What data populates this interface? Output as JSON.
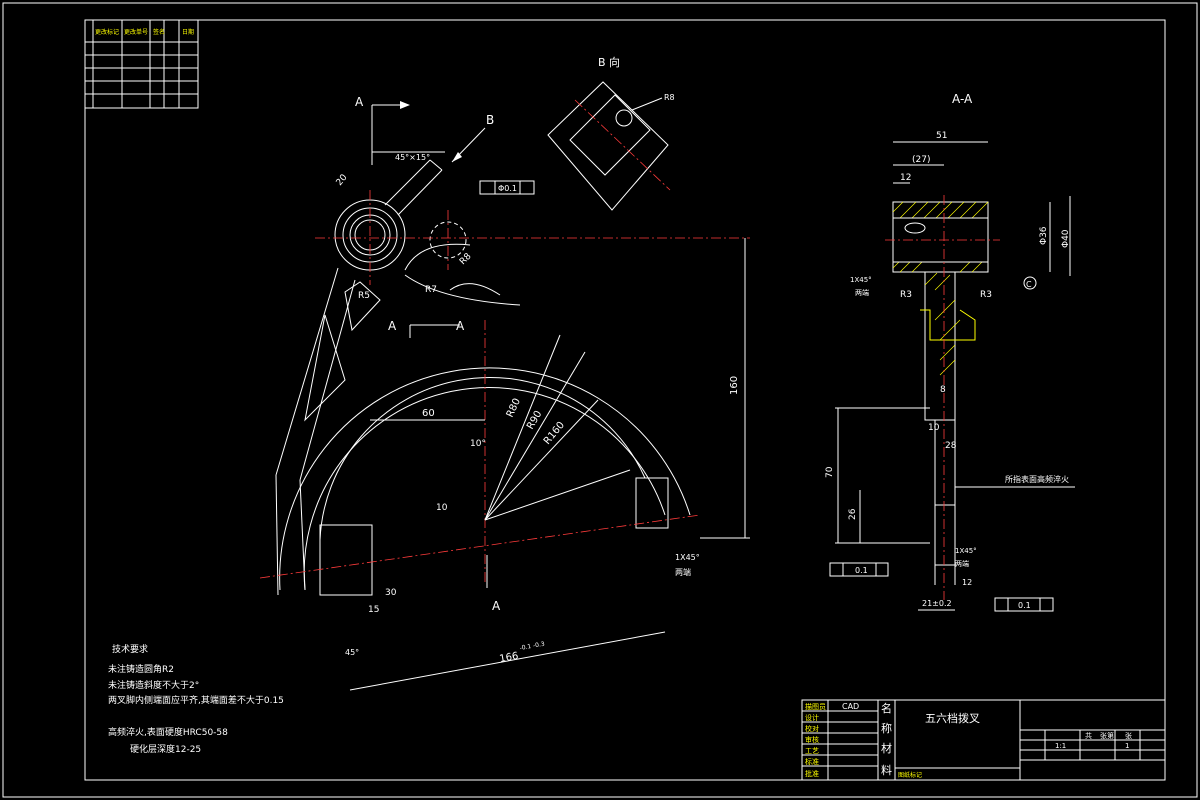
{
  "revision_table": {
    "headers": [
      "",
      "更改标记",
      "更改单号",
      "签名",
      "日期"
    ]
  },
  "views": {
    "view_b": "B 向",
    "section_aa": "A-A"
  },
  "labels": {
    "cut_a_top": "A",
    "cut_a_bottom": "A",
    "cut_b": "B",
    "section_a_left": "A",
    "section_a_right": "A",
    "datum_c": "C"
  },
  "dimensions": {
    "chamfer_45x15": "45°×15°",
    "d20": "20",
    "r5": "R5",
    "r8": "R8",
    "r7": "R7",
    "r80": "R80",
    "r90": "R90",
    "r160": "R160",
    "d60": "60",
    "ang10": "10°",
    "d10": "10",
    "d160": "160",
    "d30": "30",
    "d15": "15",
    "d166": "166",
    "tol166": "-0.1 -0.3",
    "d45": "45°",
    "d51": "51",
    "d27": "(27)",
    "d12": "12",
    "phi36": "Φ36",
    "phi40": "Φ40",
    "r3a": "R3",
    "r3b": "R3",
    "d8": "8",
    "d10b": "10",
    "d28": "28",
    "d70": "70",
    "d26": "26",
    "chamfer_1x45": "1X45°",
    "two_ends": "两端",
    "chamfer_1x45b": "1X45°",
    "two_ends_b": "两端",
    "chamfer_1x45c": "1X45°",
    "two_ends_c": "两端",
    "d21": "21±0.2",
    "d12b": "12",
    "perp_tol": "0.1",
    "perp_tol_b": "0.1",
    "pos_tol": "Φ0.1",
    "hole_note": "所指表面高频淬火"
  },
  "notes": {
    "title": "技术要求",
    "line1": "未注铸造圆角R2",
    "line2": "未注铸造斜度不大于2°",
    "line3": "两叉脚内侧端面应平齐,其端面差不大于0.15",
    "line4": "高频淬火,表面硬度HRC50-58",
    "line5": "硬化层深度12-25"
  },
  "title_block": {
    "cad_label": "CAD",
    "name_char1": "名",
    "name_char2": "称",
    "material_char1": "材",
    "material_char2": "料",
    "part_name": "五六档拨叉",
    "scale": "1:1",
    "count": "1",
    "left_rows": [
      "描图员",
      "设计",
      "校对",
      "审核",
      "工艺",
      "标准",
      "批准"
    ],
    "right_headers": [
      "共",
      "张第",
      "张"
    ],
    "bottom_label": "图纸标记"
  }
}
